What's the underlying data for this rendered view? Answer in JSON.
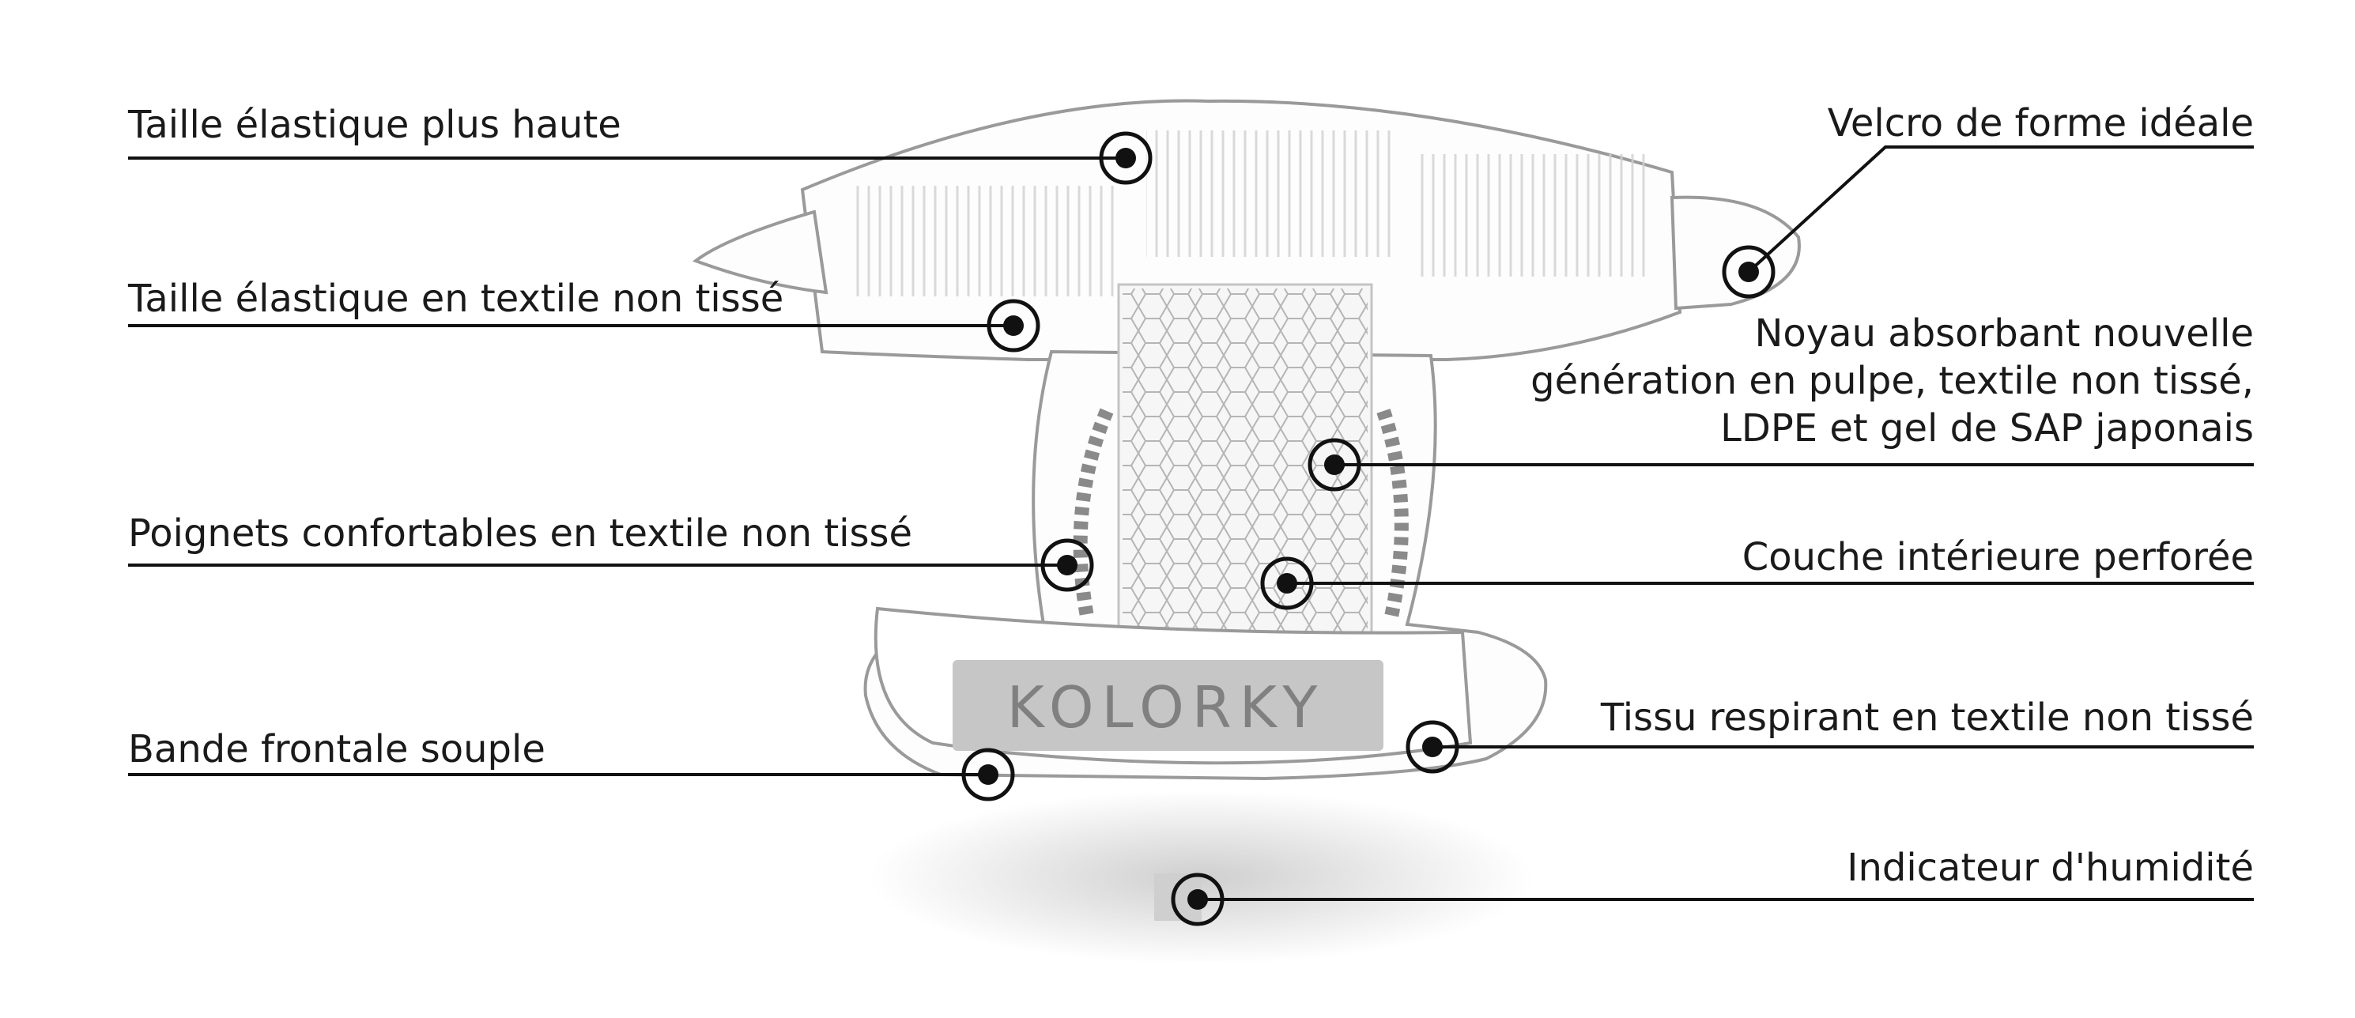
{
  "brand": {
    "logo_text": "KOLORKY"
  },
  "labels": {
    "taille_haute": "Taille élastique plus haute",
    "taille_textile": "Taille élastique en textile non tissé",
    "poignets": "Poignets confortables en textile non tissé",
    "bande": "Bande frontale souple",
    "velcro": "Velcro de forme idéale",
    "noyau_1": "Noyau absorbant nouvelle",
    "noyau_2": "génération en pulpe, textile non tissé,",
    "noyau_3": "LDPE et gel de SAP japonais",
    "couche": "Couche intérieure perforée",
    "tissu": "Tissu respirant en textile non tissé",
    "indicateur": "Indicateur d'humidité"
  },
  "colors": {
    "ink": "#111111",
    "outline": "#9a9a9a",
    "honeycomb": "#bdbdbd",
    "band": "#c8c8c8"
  }
}
